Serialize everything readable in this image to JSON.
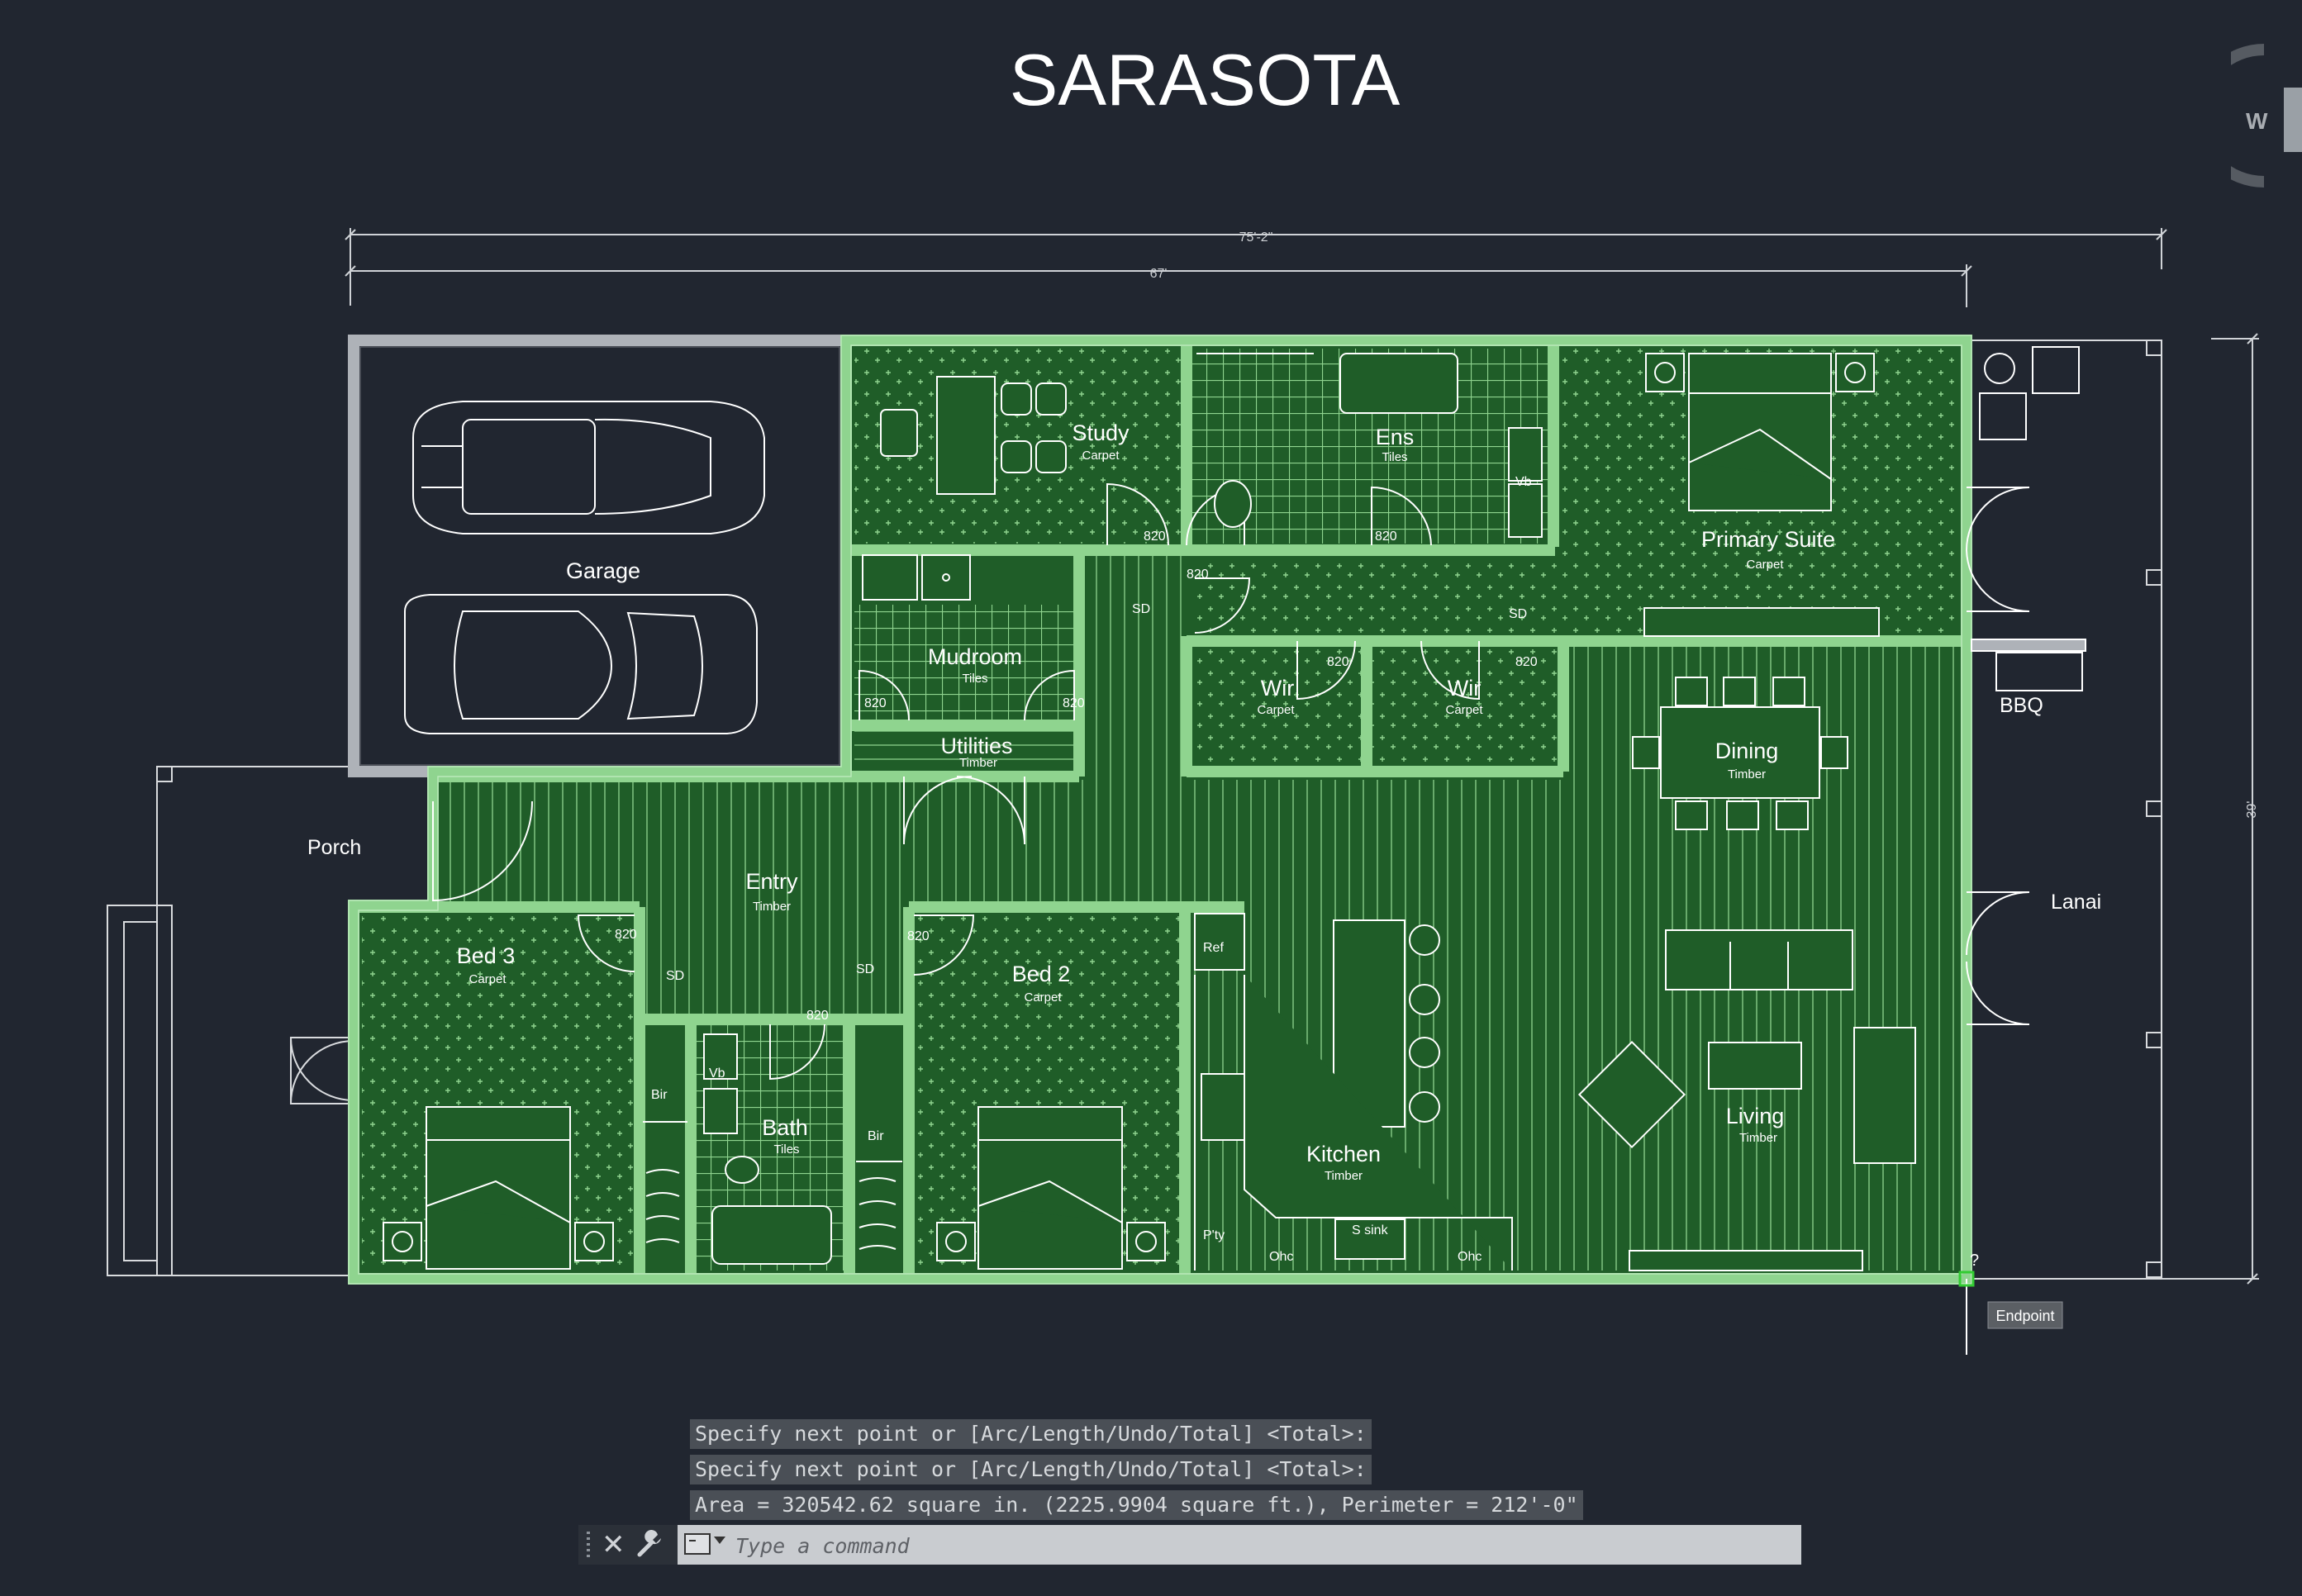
{
  "drawing": {
    "title": "SARASOTA",
    "dimensions": {
      "overall_width": "75'-2\"",
      "house_width": "67'",
      "depth": "39'"
    },
    "rooms": [
      {
        "name": "Garage",
        "finish": ""
      },
      {
        "name": "Study",
        "finish": "Carpet"
      },
      {
        "name": "Ens",
        "finish": "Tiles"
      },
      {
        "name": "Primary Suite",
        "finish": "Carpet"
      },
      {
        "name": "Mudroom",
        "finish": "Tiles"
      },
      {
        "name": "Utilities",
        "finish": "Timber"
      },
      {
        "name": "Wir",
        "finish": "Carpet"
      },
      {
        "name": "Wir",
        "finish": "Carpet"
      },
      {
        "name": "Dining",
        "finish": "Timber"
      },
      {
        "name": "Entry",
        "finish": "Timber"
      },
      {
        "name": "Bed 3",
        "finish": "Carpet"
      },
      {
        "name": "Bed 2",
        "finish": "Carpet"
      },
      {
        "name": "Bath",
        "finish": "Tiles"
      },
      {
        "name": "Kitchen",
        "finish": "Timber"
      },
      {
        "name": "Living",
        "finish": "Timber"
      }
    ],
    "outdoor_labels": {
      "porch": "Porch",
      "bbq": "BBQ",
      "lanai": "Lanai"
    },
    "small_labels": {
      "door_820": "820",
      "sliding_door": "SD",
      "robe": "Bir",
      "vanity": "Vb",
      "fridge": "Ref",
      "pantry": "P'ty",
      "overhead_cupboard": "Ohc",
      "sink": "S sink"
    },
    "cursor": {
      "snap_tooltip": "Endpoint",
      "question": "?"
    }
  },
  "command_line": {
    "history": [
      "Specify next point or [Arc/Length/Undo/Total] <Total>:",
      "Specify next point or [Arc/Length/Undo/Total] <Total>:",
      "Area = 320542.62 square in. (2225.9904 square ft.), Perimeter = 212'-0\""
    ],
    "placeholder": "Type a command"
  },
  "viewcube": {
    "label": "W",
    "small": "W"
  },
  "colors": {
    "background": "#212630",
    "hatch_fill": "#1f5d28",
    "highlight_edge": "#8fd48f",
    "wall_gray": "#aeb2b8",
    "line_white": "#e8e8e8"
  }
}
